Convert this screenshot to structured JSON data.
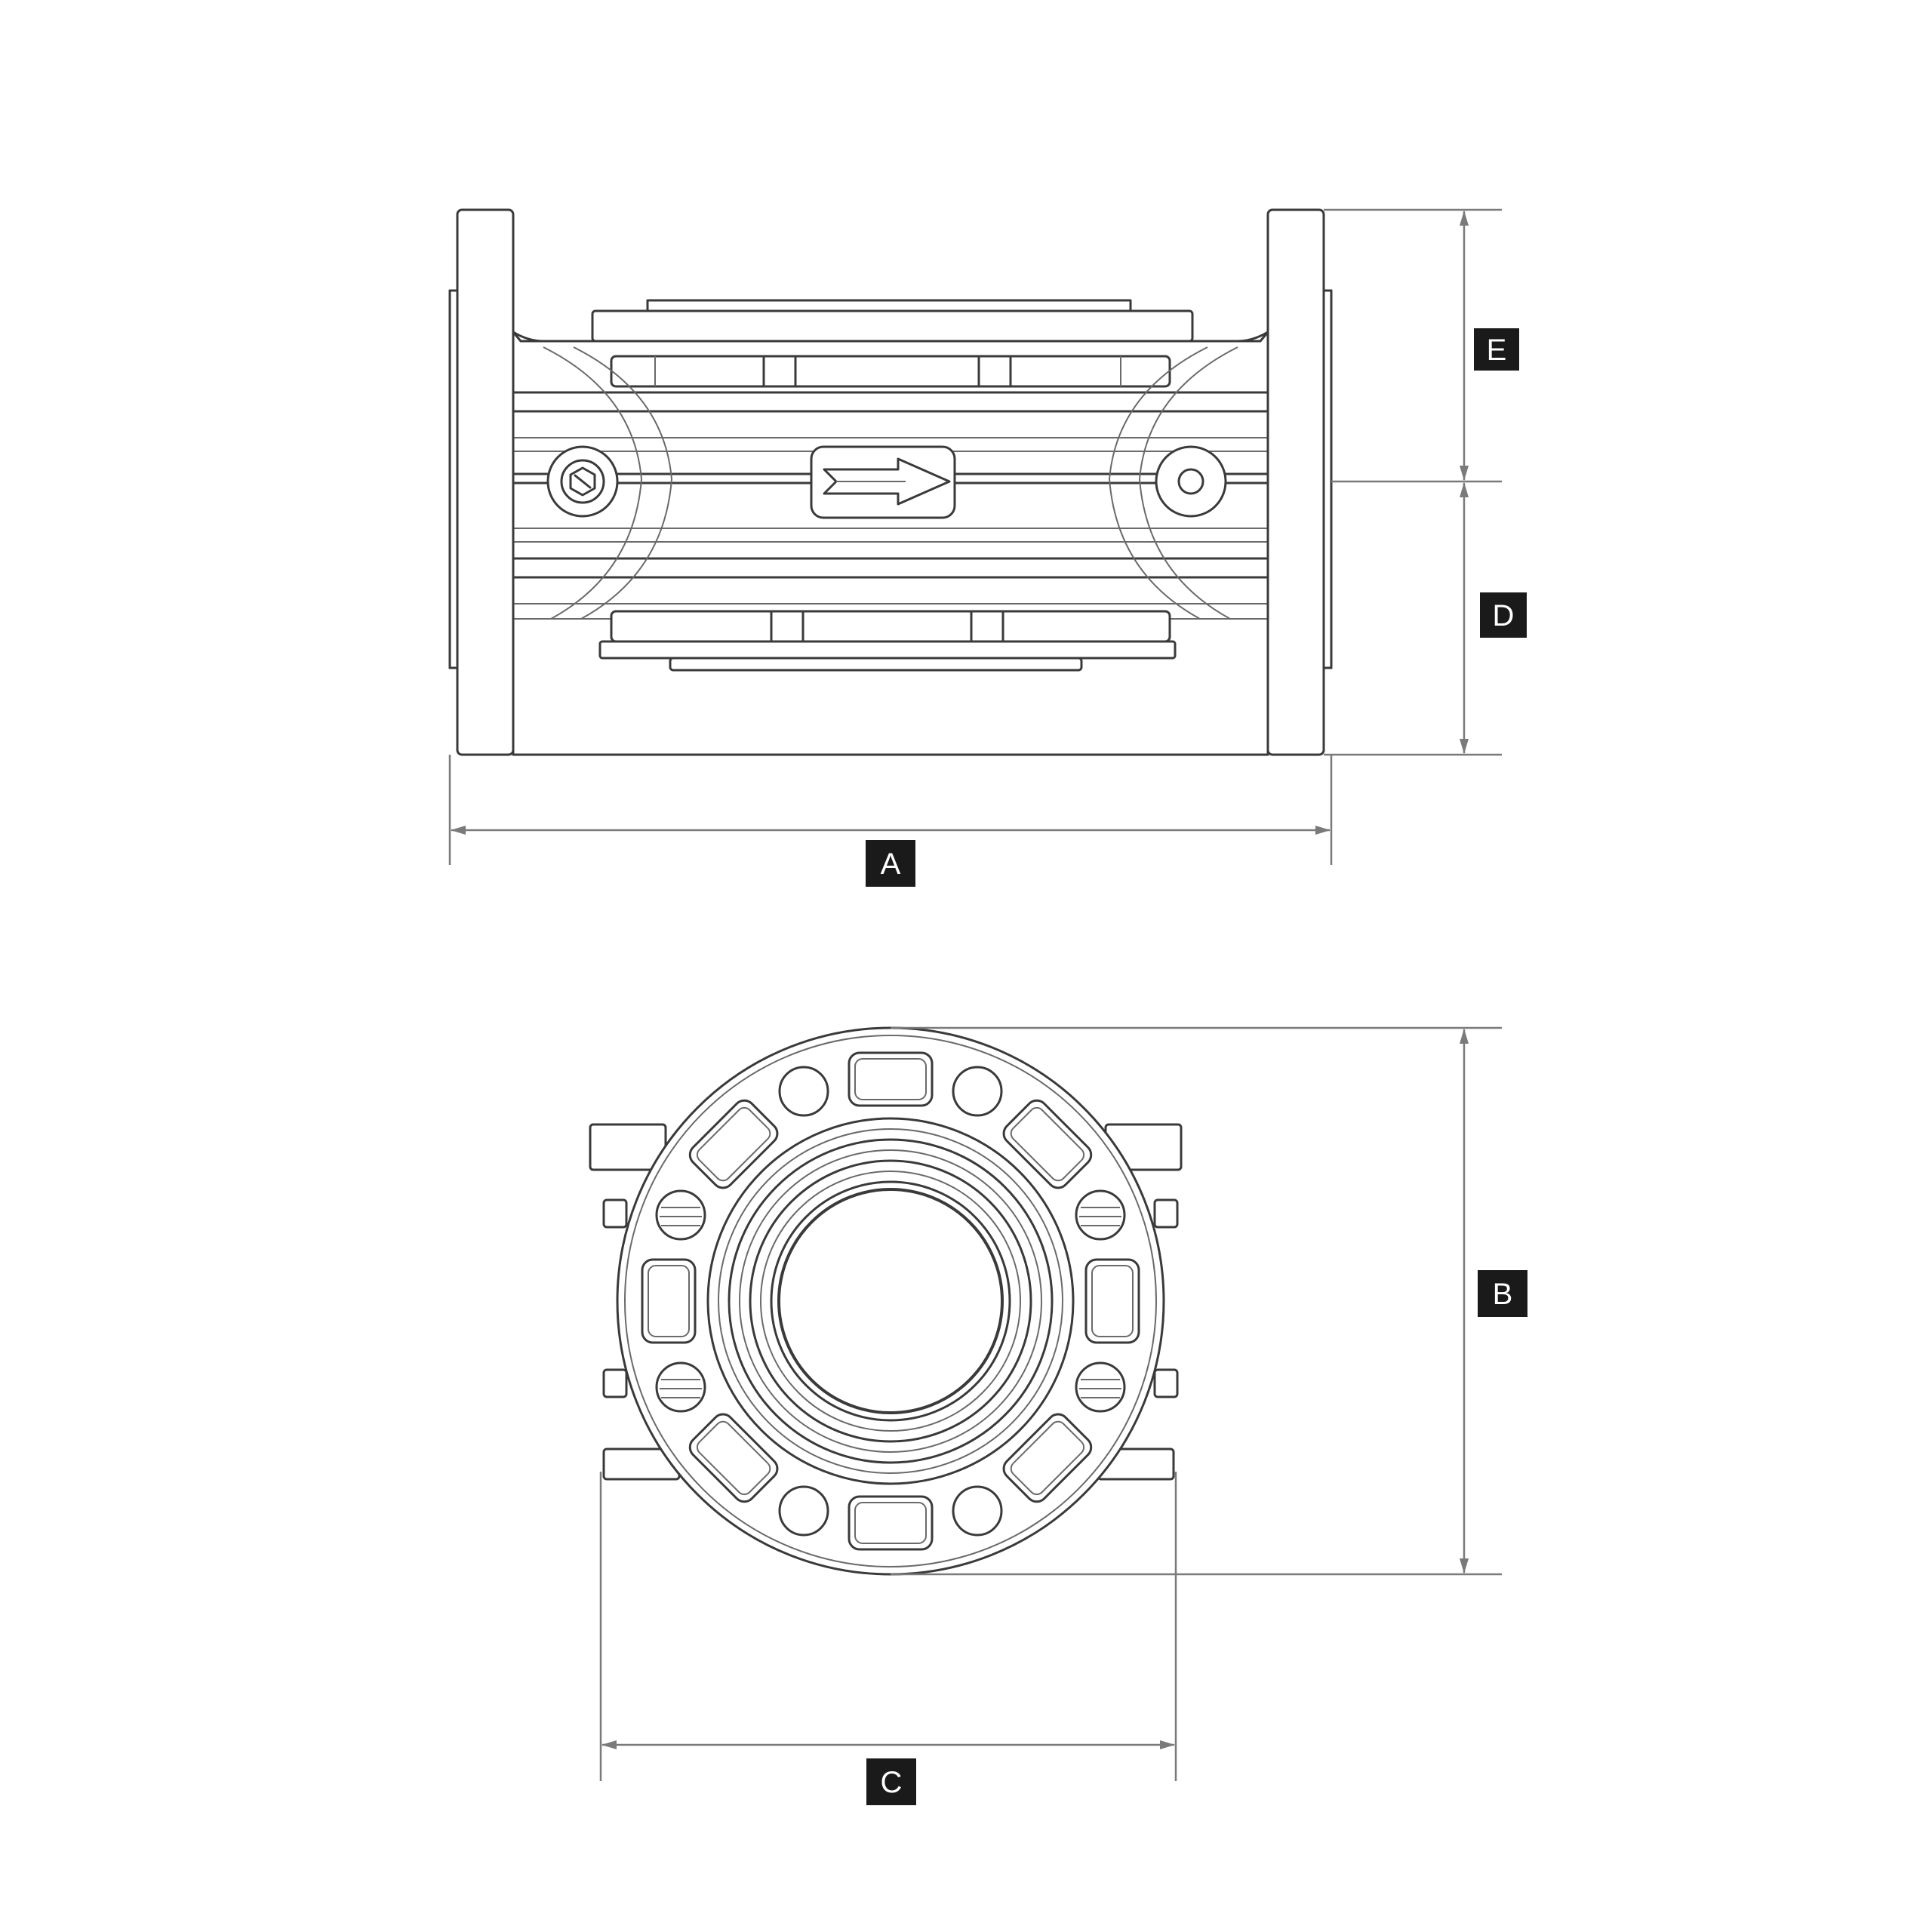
{
  "labels": {
    "a": "A",
    "b": "B",
    "c": "C",
    "d": "D",
    "e": "E"
  },
  "colors": {
    "line": "#3a3a3a",
    "dimension": "#7a7a7a",
    "label_background": "#1a1a1a",
    "label_text": "#ffffff"
  },
  "icons": {
    "flow_direction": "right-arrow-icon"
  }
}
